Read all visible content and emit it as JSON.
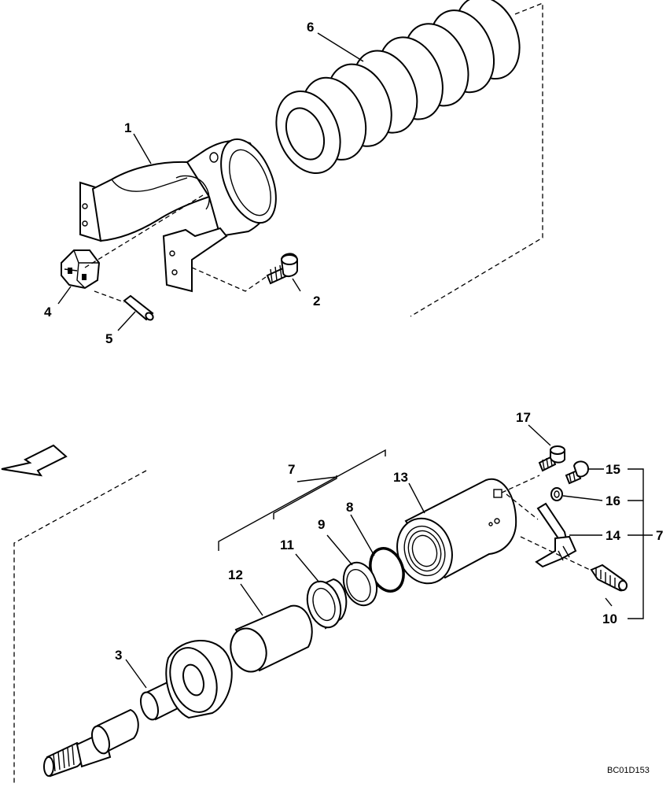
{
  "callouts": {
    "c1": "1",
    "c2": "2",
    "c3": "3",
    "c4": "4",
    "c5": "5",
    "c6": "6",
    "c7a": "7",
    "c7b": "7",
    "c8": "8",
    "c9": "9",
    "c10": "10",
    "c11": "11",
    "c12": "12",
    "c13": "13",
    "c14": "14",
    "c15": "15",
    "c16": "16",
    "c17": "17"
  },
  "drawing_ref": "BC01D153",
  "icons": {
    "direction_arrow": "front-direction-arrow-icon"
  }
}
